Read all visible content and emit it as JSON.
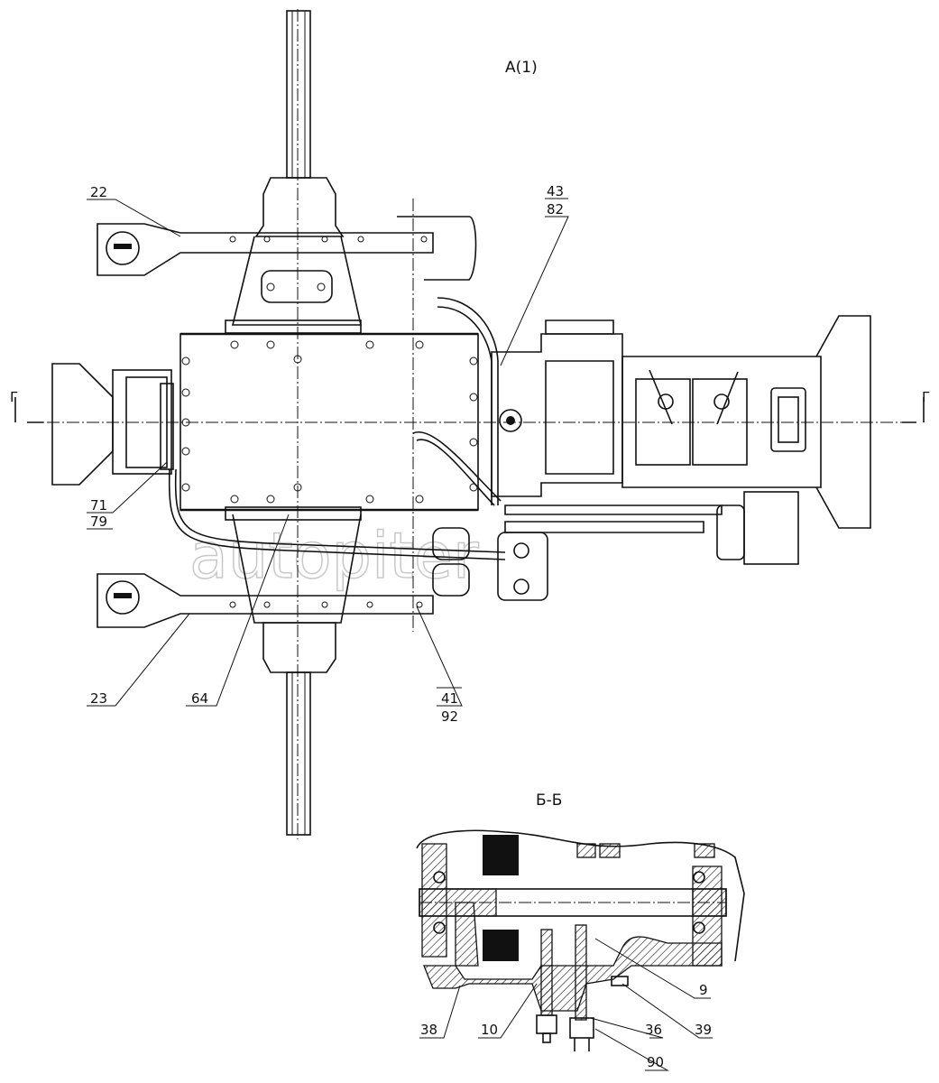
{
  "drawing": {
    "view_title": "А(1)",
    "section_title": "Б-Б",
    "section_mark_left": "Г",
    "section_mark_right": "Г",
    "watermark": "autopiter"
  },
  "callouts": {
    "c22": "22",
    "c43": "43",
    "c82": "82",
    "c71": "71",
    "c79": "79",
    "c23": "23",
    "c64": "64",
    "c41": "41",
    "c92": "92",
    "c9": "9",
    "c38": "38",
    "c10": "10",
    "c36": "36",
    "c39": "39",
    "c90": "90"
  }
}
